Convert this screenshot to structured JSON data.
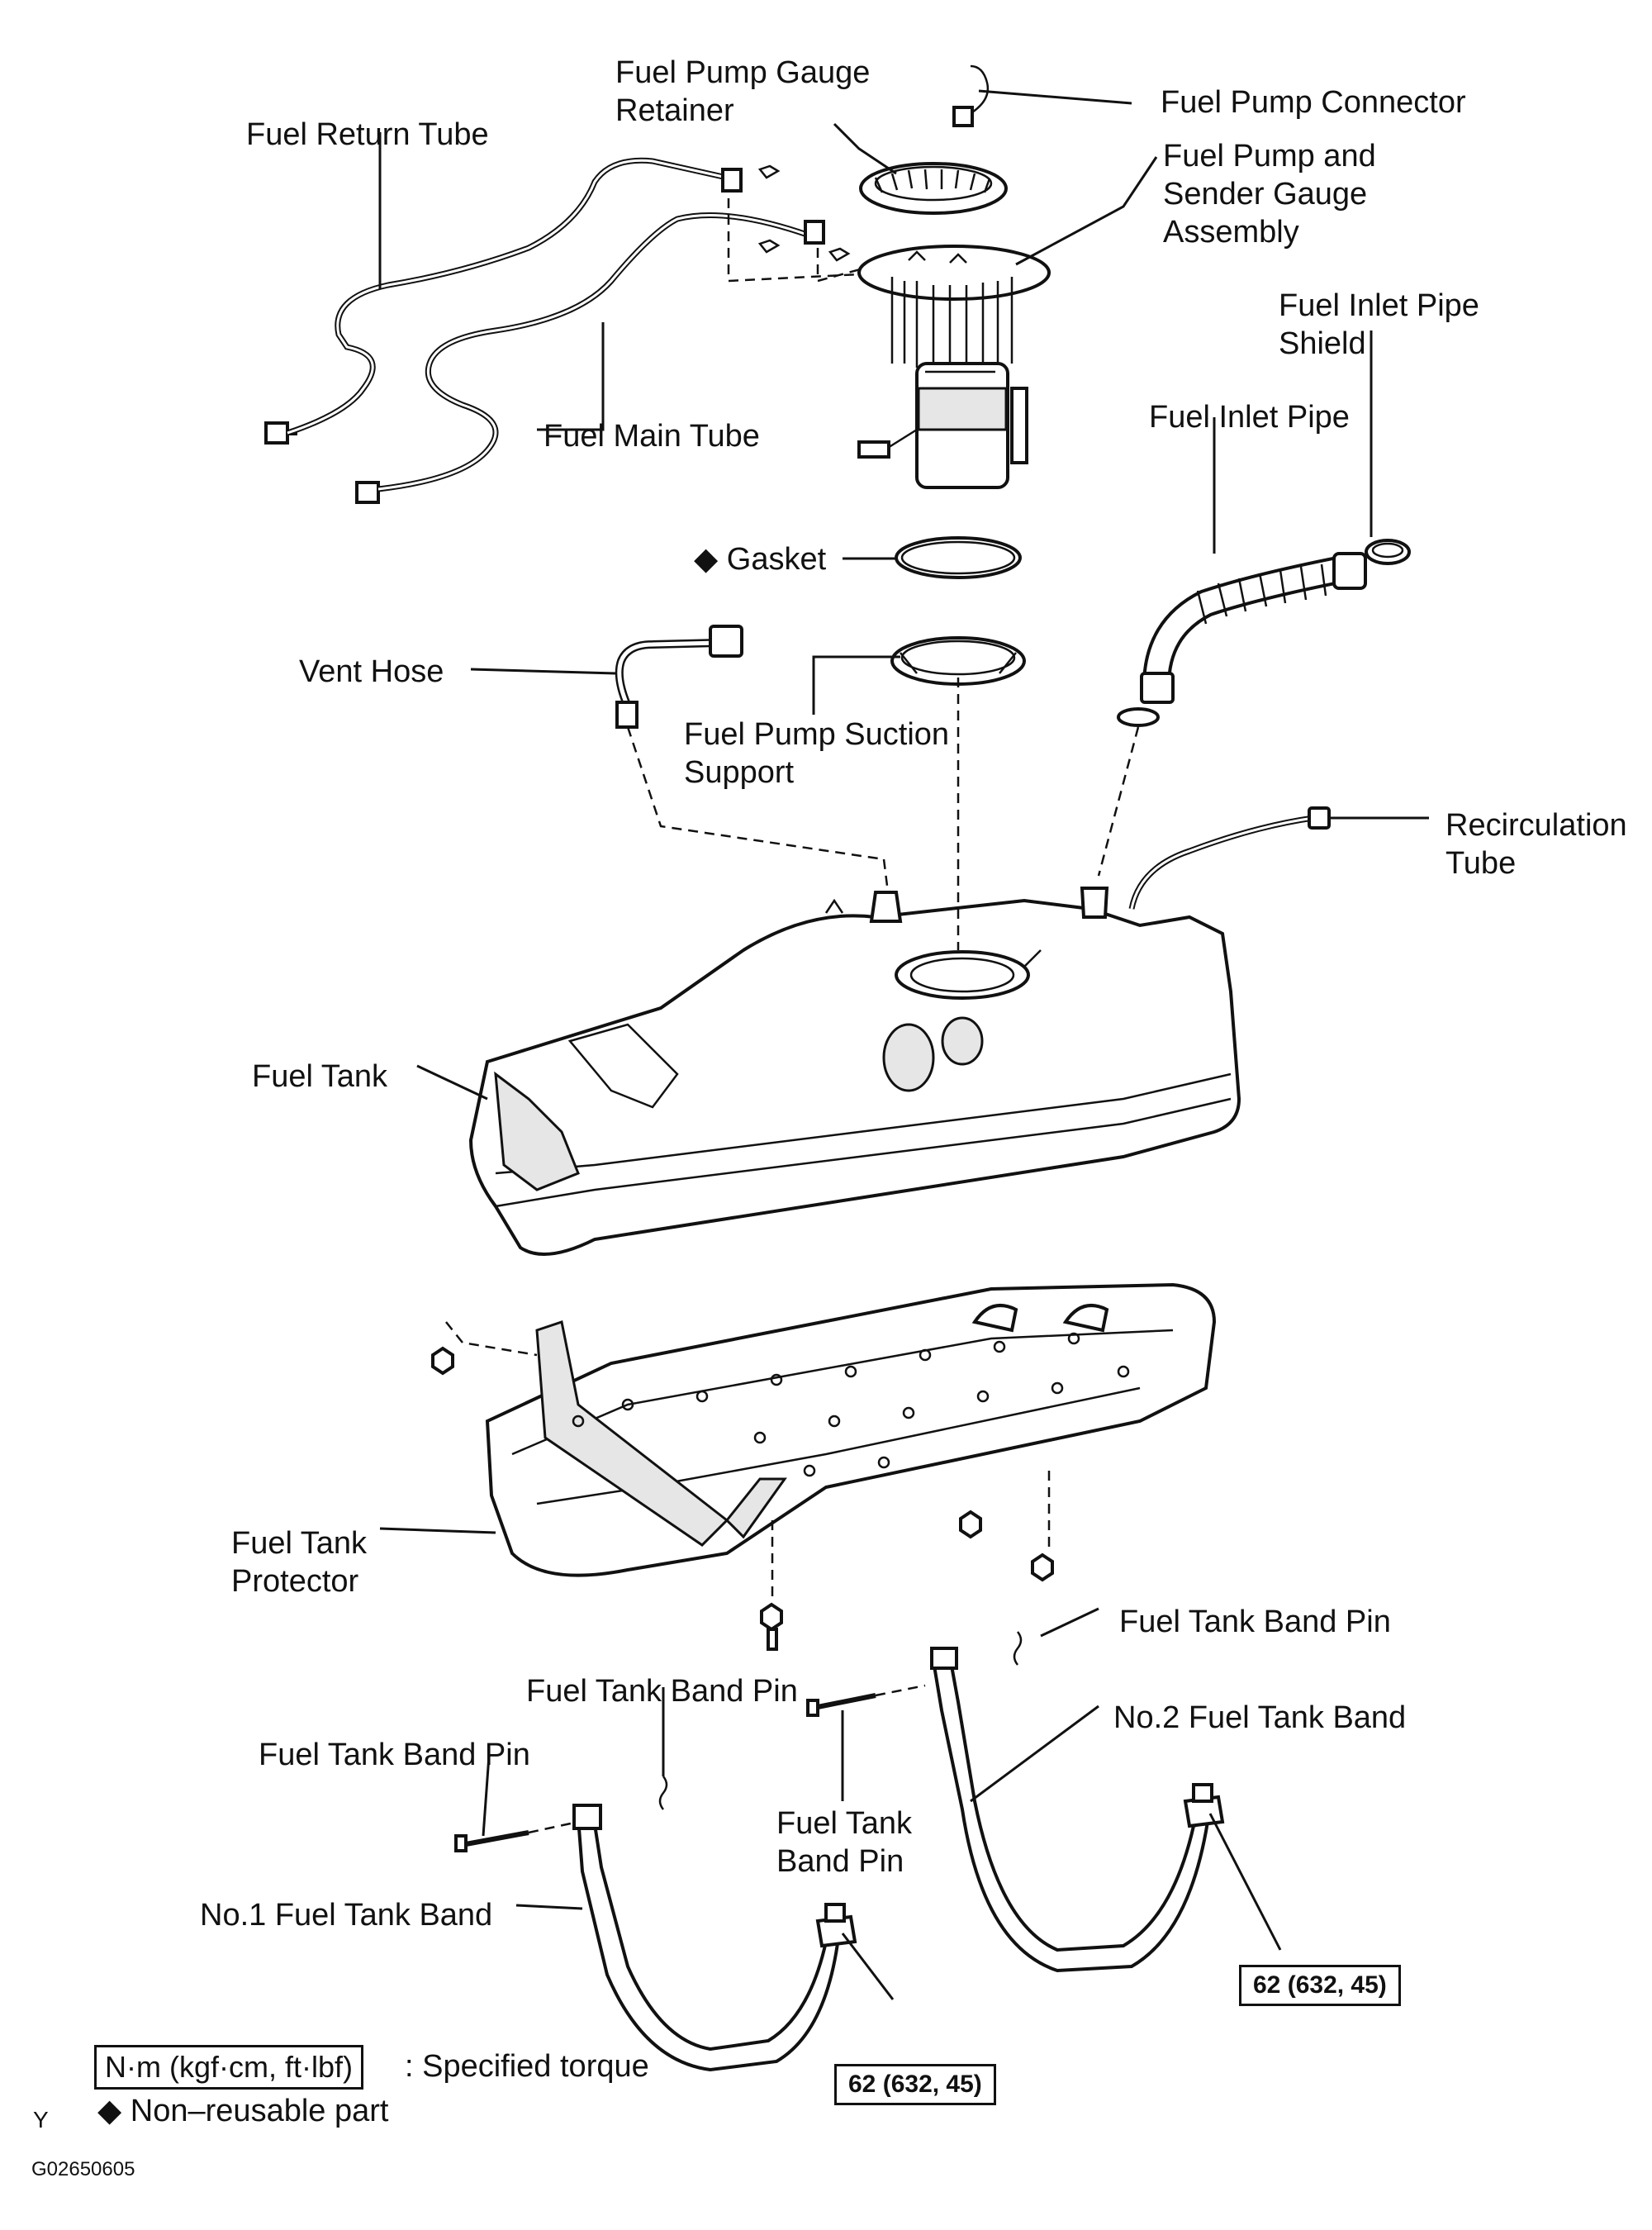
{
  "labels": {
    "fuel_pump_gauge_retainer": [
      "Fuel Pump Gauge",
      "Retainer"
    ],
    "fuel_pump_connector": "Fuel Pump Connector",
    "fuel_return_tube": "Fuel Return Tube",
    "fuel_pump_sender": [
      "Fuel Pump and",
      "Sender Gauge",
      "Assembly"
    ],
    "fuel_inlet_pipe_shield": [
      "Fuel Inlet Pipe",
      "Shield"
    ],
    "fuel_inlet_pipe": "Fuel Inlet Pipe",
    "fuel_main_tube": "Fuel Main Tube",
    "gasket": "Gasket",
    "vent_hose": "Vent Hose",
    "fuel_pump_suction_support": [
      "Fuel Pump Suction",
      "Support"
    ],
    "recirculation_tube": [
      "Recirculation",
      "Tube"
    ],
    "fuel_tank": "Fuel Tank",
    "fuel_tank_protector": [
      "Fuel Tank",
      "Protector"
    ],
    "fuel_tank_band_pin_right": "Fuel Tank Band Pin",
    "fuel_tank_band_pin_center": "Fuel Tank Band Pin",
    "no2_fuel_tank_band": "No.2 Fuel Tank Band",
    "fuel_tank_band_pin_left": "Fuel Tank Band Pin",
    "fuel_tank_band_pin_middle": [
      "Fuel Tank",
      "Band Pin"
    ],
    "no1_fuel_tank_band": "No.1 Fuel Tank Band"
  },
  "torque": {
    "band1": "62 (632, 45)",
    "band2": "62 (632, 45)"
  },
  "legend": {
    "unit_box": "N·m (kgf·cm, ft·lbf)",
    "unit_desc": ": Specified torque",
    "nonreusable": "Non–reusable part",
    "diamond": "◆"
  },
  "footer": {
    "letter": "Y",
    "code": "G02650605"
  }
}
